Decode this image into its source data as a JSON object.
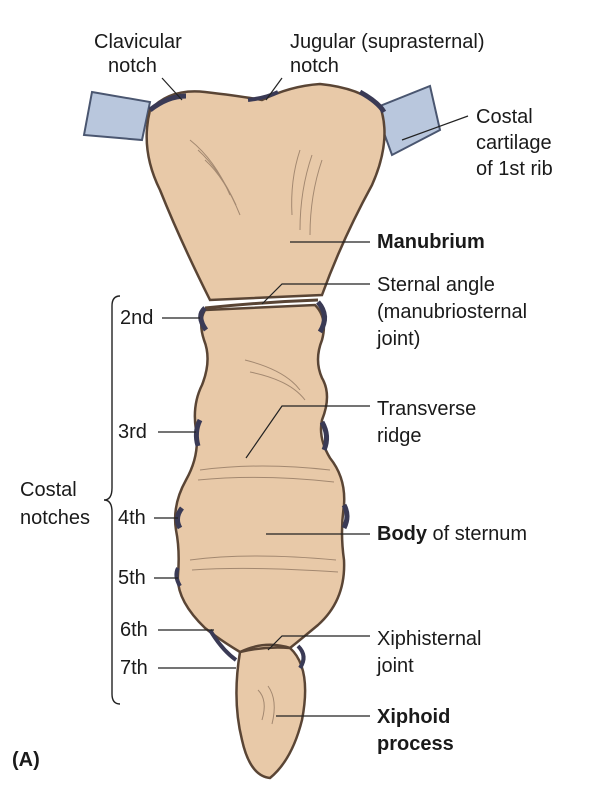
{
  "labels": {
    "clavicular_notch": [
      "Clavicular",
      "notch"
    ],
    "jugular_notch": [
      "Jugular (suprasternal)",
      "notch"
    ],
    "costal_cartilage": [
      "Costal",
      "cartilage",
      "of 1st rib"
    ],
    "manubrium": "Manubrium",
    "sternal_angle": [
      "Sternal angle",
      "(manubriosternal",
      "joint)"
    ],
    "transverse_ridge": [
      "Transverse",
      "ridge"
    ],
    "body_bold": "Body",
    "body_rest": " of sternum",
    "xiphisternal_joint": [
      "Xiphisternal",
      "joint"
    ],
    "xiphoid_process": [
      "Xiphoid",
      "process"
    ],
    "costal_notches": [
      "Costal",
      "notches"
    ],
    "notch_numbers": [
      "2nd",
      "3rd",
      "4th",
      "5th",
      "6th",
      "7th"
    ],
    "panel": "(A)"
  },
  "colors": {
    "bone": "#e8c9a8",
    "bone_edge": "#5a4535",
    "cartilage": "#b9c7dd",
    "leader": "#222222"
  }
}
